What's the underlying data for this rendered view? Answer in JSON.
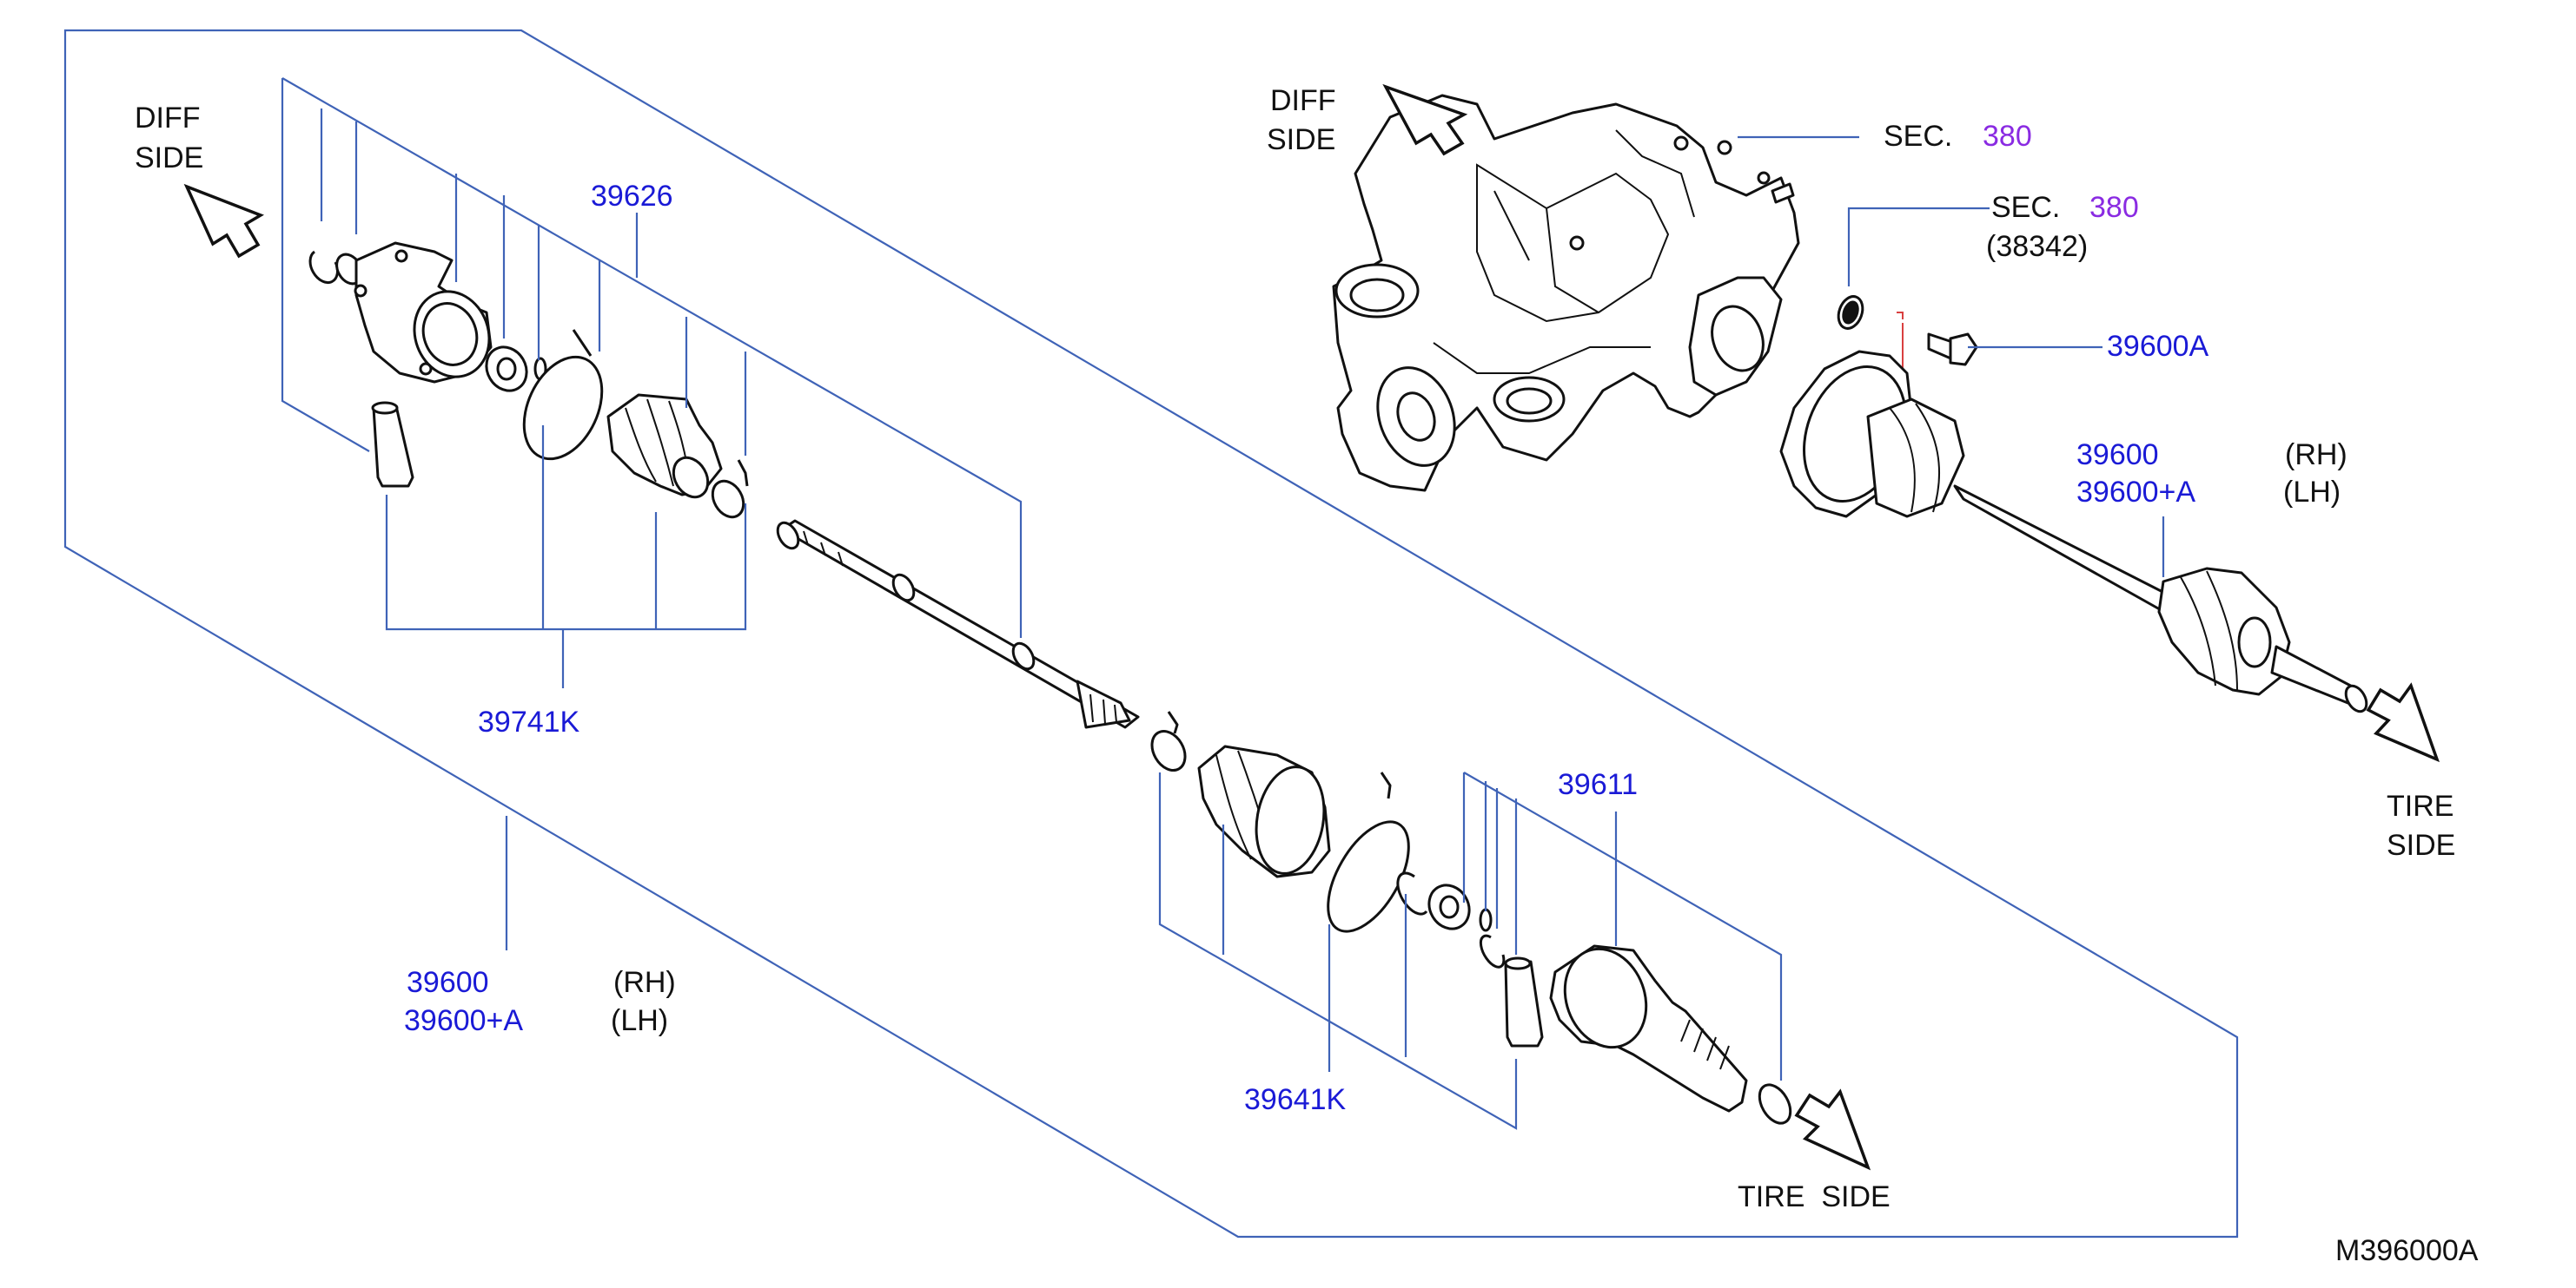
{
  "colors": {
    "part_number": "#1a1ad6",
    "section_ref": "#8a2be2",
    "leader_line": "#3f63b7",
    "outline": "#111111",
    "callout_red": "#d94040"
  },
  "icons": [
    "arrow-diff-side-icon",
    "arrow-tire-side-icon"
  ],
  "labels": {
    "diff_side_left_1": "DIFF",
    "diff_side_left_2": "SIDE",
    "diff_side_top_1": "DIFF",
    "diff_side_top_2": "SIDE",
    "tire_side_bottom": "TIRE  SIDE",
    "tire_side_right_1": "TIRE",
    "tire_side_right_2": "SIDE"
  },
  "callouts": {
    "p39626": "39626",
    "p39741k": "39741K",
    "p39600_left": "39600",
    "p39600a_left": "39600+A",
    "rh_left": "(RH)",
    "lh_left": "(LH)",
    "p39611": "39611",
    "p39641k": "39641K",
    "sec1_prefix": "SEC.",
    "sec1_num": "380",
    "sec2_prefix": "SEC.",
    "sec2_num": "380",
    "p38342": "(38342)",
    "p39600a_bolt": "39600A",
    "p39600_right": "39600",
    "p39600a_right": "39600+A",
    "rh_right": "(RH)",
    "lh_right": "(LH)"
  },
  "diagram_code": "M396000A"
}
